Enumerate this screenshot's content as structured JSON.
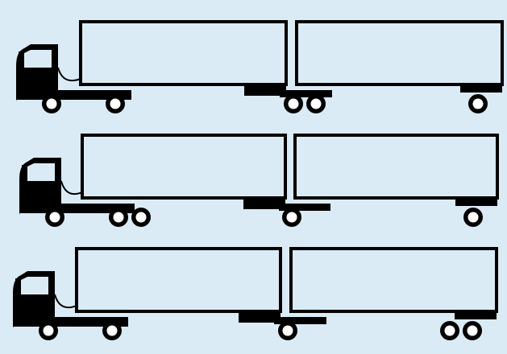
{
  "colors": {
    "background": "#daebf5",
    "ink": "#000000",
    "trailer_fill": "#daebf5",
    "wheel_hub": "#ffffff"
  },
  "diagram": {
    "rows": [
      {
        "row_name": "truck-row-1",
        "tractor_rear_axles": 1,
        "dolly_axles": 2,
        "rear_trailer_axles": 1
      },
      {
        "row_name": "truck-row-2",
        "tractor_rear_axles": 2,
        "dolly_axles": 1,
        "rear_trailer_axles": 1
      },
      {
        "row_name": "truck-row-3",
        "tractor_rear_axles": 1,
        "dolly_axles": 1,
        "rear_trailer_axles": 2
      }
    ]
  }
}
